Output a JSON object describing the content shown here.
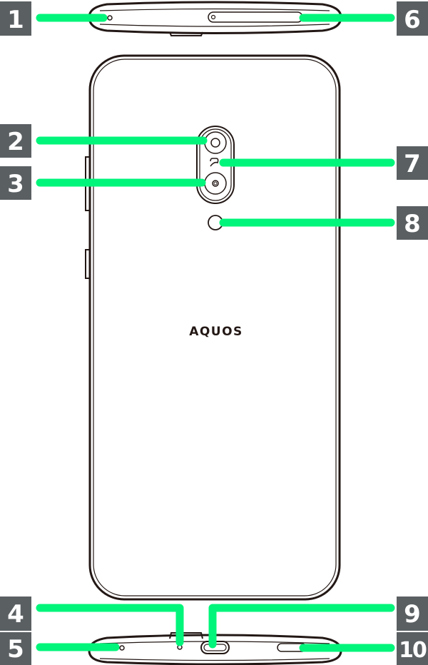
{
  "colors": {
    "leader": "#00f57a",
    "badge": "#5a5f62",
    "outline": "#231815"
  },
  "phone": {
    "logo": "AQUOS"
  },
  "callouts": [
    {
      "number": "1"
    },
    {
      "number": "2"
    },
    {
      "number": "3"
    },
    {
      "number": "4"
    },
    {
      "number": "5"
    },
    {
      "number": "6"
    },
    {
      "number": "7"
    },
    {
      "number": "8"
    },
    {
      "number": "9"
    },
    {
      "number": "10"
    }
  ]
}
